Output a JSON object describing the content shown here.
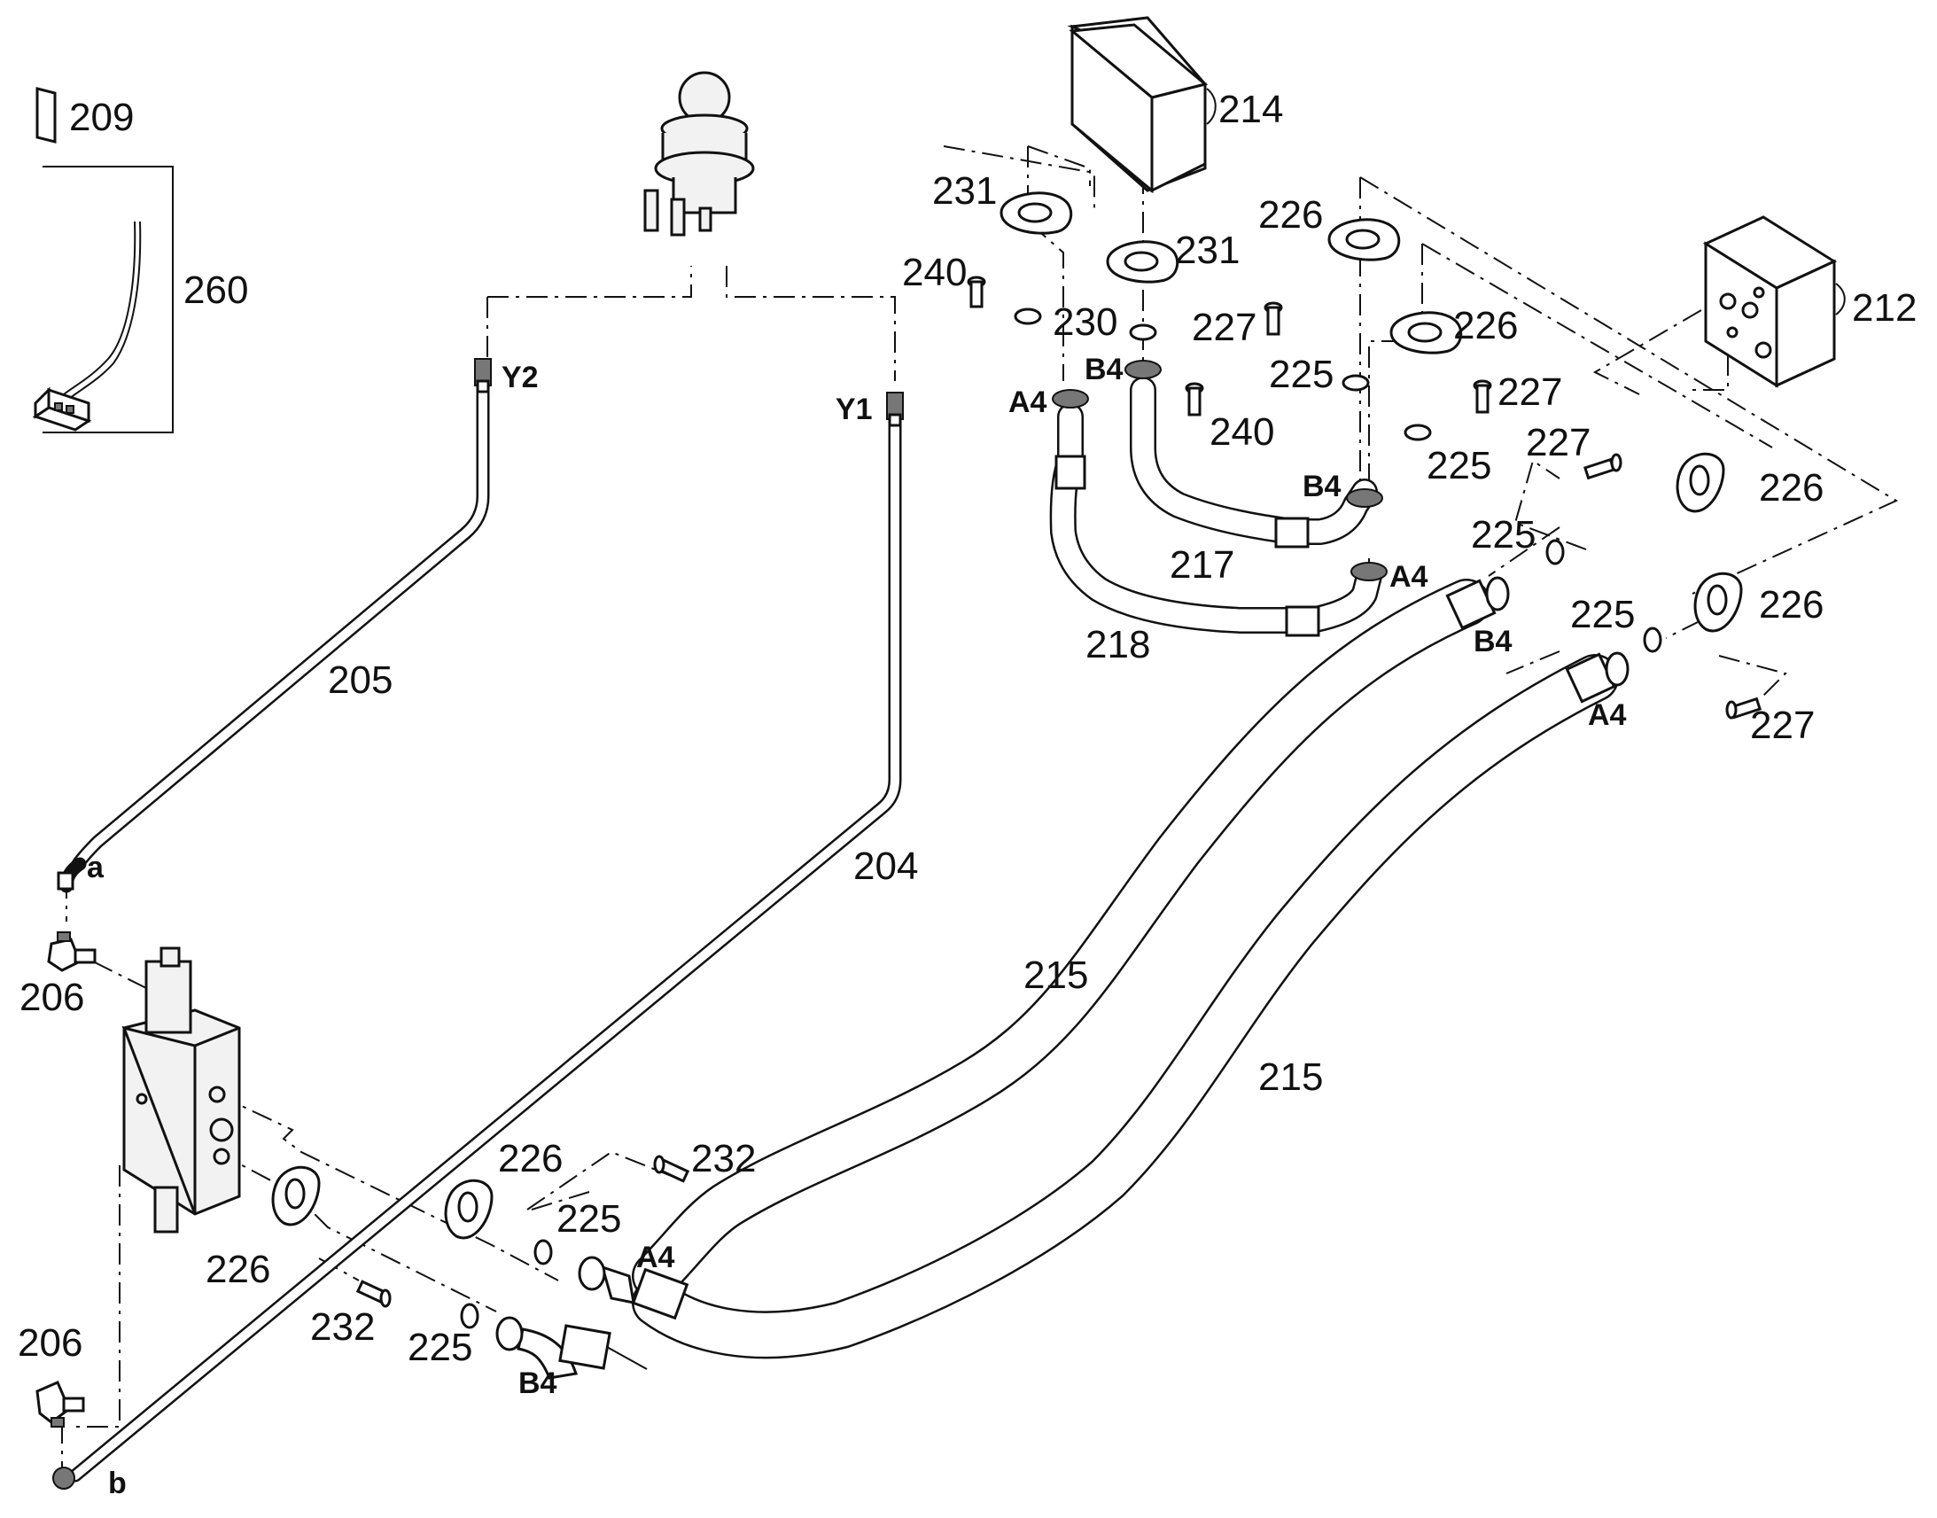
{
  "diagram": {
    "callouts": {
      "c209": "209",
      "c260": "260",
      "c214": "214",
      "c231a": "231",
      "c231b": "231",
      "c240a": "240",
      "c240b": "240",
      "c230": "230",
      "c226a": "226",
      "c226b": "226",
      "c226c": "226",
      "c226d": "226",
      "c226e": "226",
      "c226f": "226",
      "c227a": "227",
      "c227b": "227",
      "c227c": "227",
      "c227d": "227",
      "c225a": "225",
      "c225b": "225",
      "c225c": "225",
      "c225d": "225",
      "c225e": "225",
      "c225f": "225",
      "c212": "212",
      "c217": "217",
      "c218": "218",
      "c205": "205",
      "c204": "204",
      "c215a": "215",
      "c215b": "215",
      "c206a": "206",
      "c206b": "206",
      "c232a": "232",
      "c232b": "232"
    },
    "ports": {
      "y2": "Y2",
      "y1": "Y1",
      "a4_218_top": "A4",
      "b4_217_top": "B4",
      "b4_217_bottom": "B4",
      "a4_218_bottom": "A4",
      "b4_215_top": "B4",
      "a4_215_top": "A4",
      "a4_215_bottom": "A4",
      "b4_215_bottom": "B4",
      "a": "a",
      "b": "b"
    }
  }
}
